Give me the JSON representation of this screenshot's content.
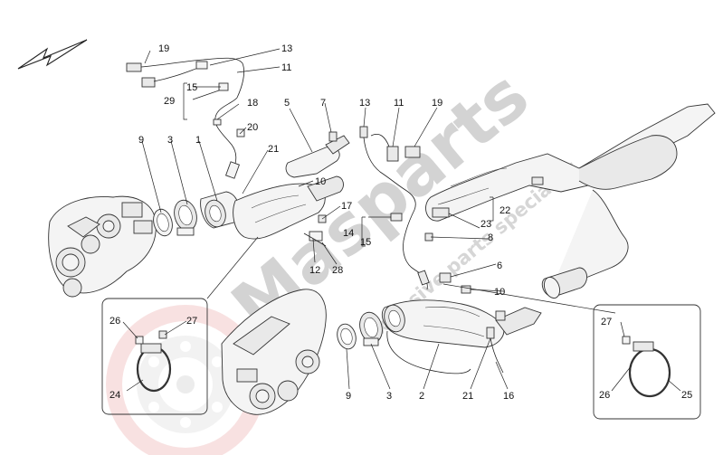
{
  "watermark": {
    "brand_main": "Masparts",
    "brand_sub": "exclusive parts specialist",
    "color": "#d3d3d3",
    "logo_color": "#f2c6c6"
  },
  "callouts": {
    "c19a": "19",
    "c13a": "13",
    "c11a": "11",
    "c15a": "15",
    "c29": "29",
    "c18": "18",
    "c20": "20",
    "c21a": "21",
    "c9a": "9",
    "c3a": "3",
    "c1": "1",
    "c5": "5",
    "c7": "7",
    "c13b": "13",
    "c11b": "11",
    "c19b": "19",
    "c10a": "10",
    "c17": "17",
    "c14": "14",
    "c15b": "15",
    "c12": "12",
    "c28": "28",
    "c22": "22",
    "c23": "23",
    "c8": "8",
    "c6": "6",
    "c10b": "10",
    "c26a": "26",
    "c27a": "27",
    "c24": "24",
    "c9b": "9",
    "c3b": "3",
    "c2": "2",
    "c21b": "21",
    "c16": "16",
    "c27b": "27",
    "c26b": "26",
    "c25": "25"
  },
  "icons": {
    "direction": "direction-arrow-icon"
  }
}
